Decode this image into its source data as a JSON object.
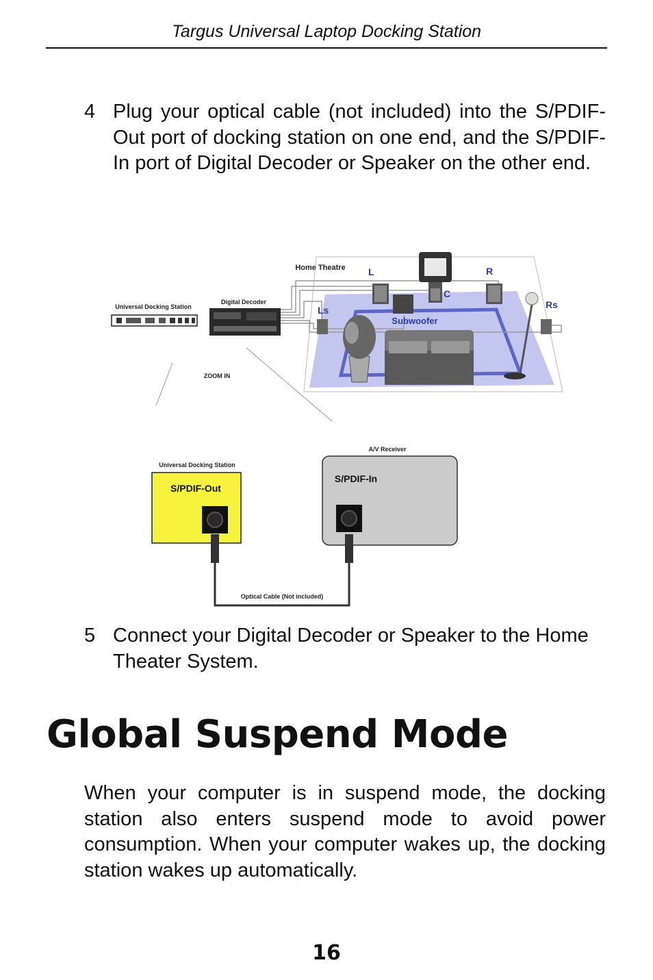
{
  "header": {
    "title": "Targus Universal Laptop Docking Station"
  },
  "steps": [
    {
      "number": "4",
      "text": "Plug your optical cable (not included) into the S/PDIF-Out port of docking station on one end, and the S/PDIF-In port of Digital Decoder or Speaker on the other end."
    },
    {
      "number": "5",
      "text": "Connect your Digital Decoder or Speaker to the Home Theater System."
    }
  ],
  "diagram": {
    "home_theatre": "Home Theatre",
    "uds_top": "Universal Docking Station",
    "digital_decoder": "Digital Decoder",
    "zoom_in": "ZOOM IN",
    "speaker_l": "L",
    "speaker_r": "R",
    "speaker_c": "C",
    "speaker_ls": "Ls",
    "speaker_rs": "Rs",
    "subwoofer": "Subwoofer",
    "av_receiver": "A/V Receiver",
    "uds_bottom": "Universal Docking Station",
    "spdif_out": "S/PDIF-Out",
    "spdif_in": "S/PDIF-In",
    "optical_cable": "Optical Cable (Not included)",
    "colors": {
      "yellow_panel": "#f6f33f",
      "gray_panel": "#cbcbcb",
      "floor": "#c3c7f0",
      "speaker_label": "#2f3aa8"
    }
  },
  "section": {
    "title": "Global Suspend Mode",
    "body": "When your computer is in suspend mode, the docking station also enters suspend mode to avoid power consumption. When your computer wakes up, the docking station wakes up automatically."
  },
  "page_number": "16"
}
